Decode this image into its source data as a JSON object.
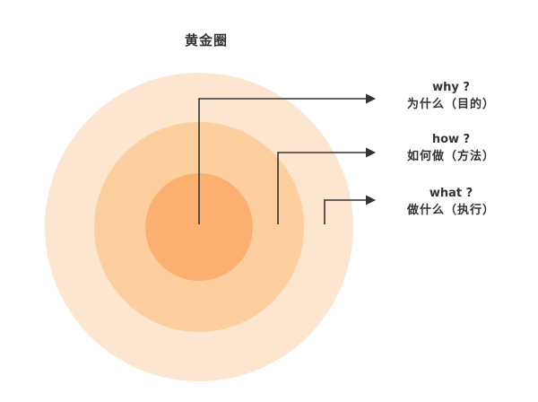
{
  "title": "黄金圈",
  "colors": {
    "outer_ring": "#fde6d0",
    "middle_ring": "#fdcf9f",
    "inner_ring": "#fbb071",
    "line": "#333333"
  },
  "rings": [
    {
      "id": "why",
      "question": "why ?",
      "meaning": "为什么（目的）"
    },
    {
      "id": "how",
      "question": "how ?",
      "meaning": "如何做（方法）"
    },
    {
      "id": "what",
      "question": "what ?",
      "meaning": "做什么（执行）"
    }
  ]
}
